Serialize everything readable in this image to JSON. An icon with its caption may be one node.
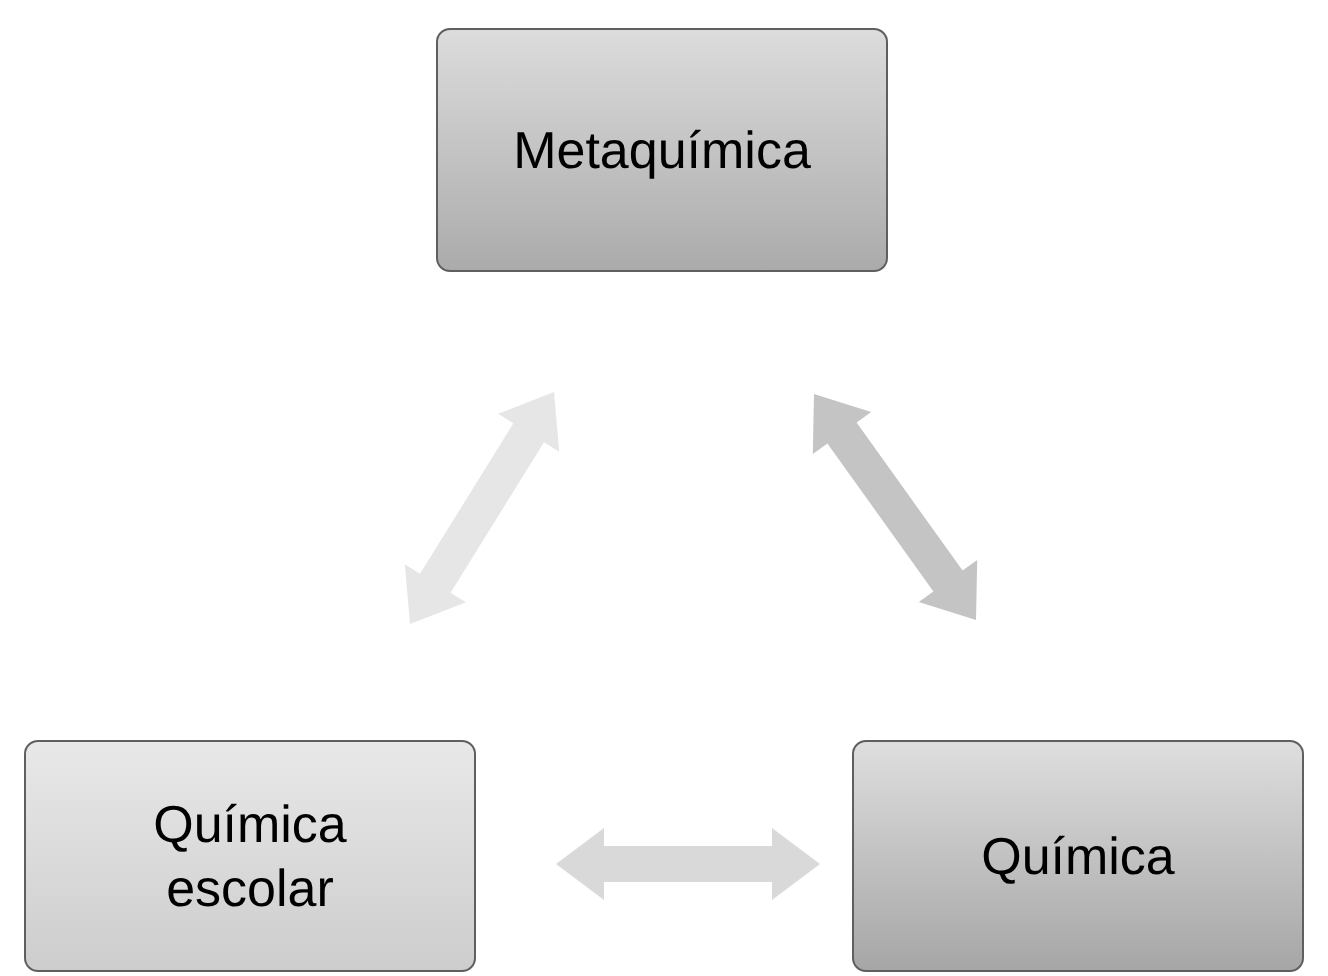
{
  "diagram": {
    "nodes": [
      {
        "text": [
          "Metaquímica"
        ]
      },
      {
        "text": [
          "Química escolar"
        ]
      },
      {
        "text": [
          "Química"
        ]
      }
    ],
    "edges": [
      {
        "from": 0,
        "to": 2,
        "arrow": "both",
        "style": "thick",
        "color": "#c4c4c4"
      },
      {
        "from": 2,
        "to": 1,
        "arrow": "both",
        "style": "thick",
        "color": "#d9d9d9"
      },
      {
        "from": 1,
        "to": 0,
        "arrow": "both",
        "style": "thick",
        "color": "#e6e6e6"
      }
    ]
  }
}
